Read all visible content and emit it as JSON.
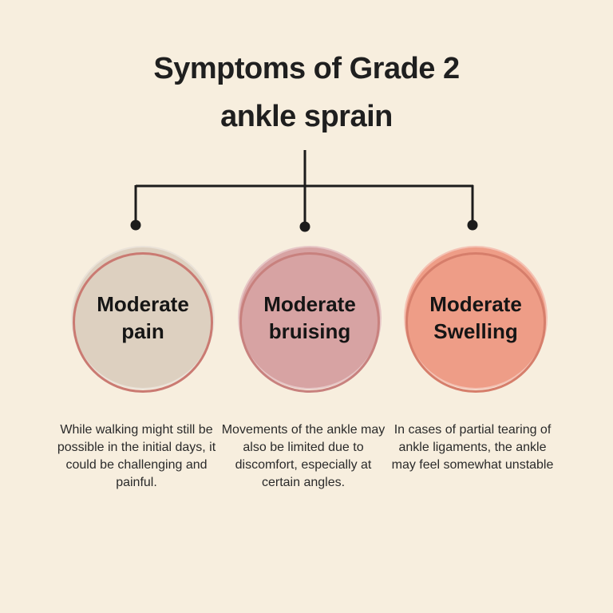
{
  "canvas": {
    "background_color": "#f7eede",
    "connector_color": "#1c1c1c",
    "title_color": "#1f1f1f"
  },
  "title": {
    "line1": "Symptoms of Grade 2",
    "line2": "ankle sprain"
  },
  "symptoms": [
    {
      "label_line1": "Moderate",
      "label_line2": "pain",
      "fill_color": "#ddd0c0",
      "ring_color": "#ca7a72",
      "description": "While walking might still be possible in the initial days, it could be challenging and painful."
    },
    {
      "label_line1": "Moderate",
      "label_line2": "bruising",
      "fill_color": "#d7a3a3",
      "ring_color": "#c8817e",
      "description": "Movements of the ankle may also be limited due to discomfort, especially at certain angles."
    },
    {
      "label_line1": "Moderate",
      "label_line2": "Swelling",
      "fill_color": "#ee9d87",
      "ring_color": "#d67e6b",
      "description": "In cases of partial tearing of ankle ligaments, the ankle may feel somewhat unstable"
    }
  ]
}
